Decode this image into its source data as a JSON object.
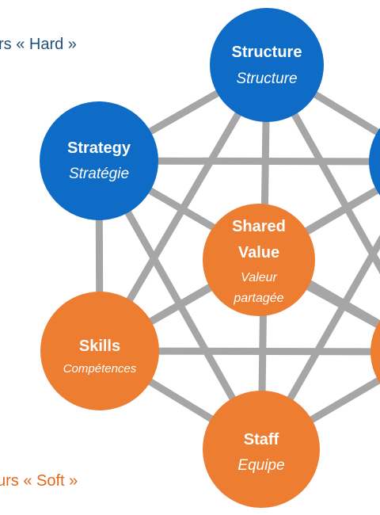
{
  "legend": {
    "hard_label": "rs « Hard »",
    "soft_label": "urs « Soft »"
  },
  "colors": {
    "hard": "#0E6CC7",
    "soft": "#ED7D31",
    "connector": "#A6A6A6",
    "hard_text": "#1F4E79",
    "soft_text": "#E06A1A"
  },
  "nodes": {
    "structure": {
      "title": "Structure",
      "subtitle": "Structure",
      "group": "hard"
    },
    "strategy": {
      "title": "Strategy",
      "subtitle": "Stratégie",
      "group": "hard"
    },
    "shared_value": {
      "title_line1": "Shared",
      "title_line2": "Value",
      "subtitle_line1": "Valeur",
      "subtitle_line2": "partagée",
      "group": "soft"
    },
    "skills": {
      "title": "Skills",
      "subtitle": "Compétences",
      "group": "soft"
    },
    "staff": {
      "title": "Staff",
      "subtitle": "Equipe",
      "group": "soft"
    },
    "systems_partial": {
      "group": "hard"
    },
    "style_partial": {
      "group": "soft"
    }
  }
}
